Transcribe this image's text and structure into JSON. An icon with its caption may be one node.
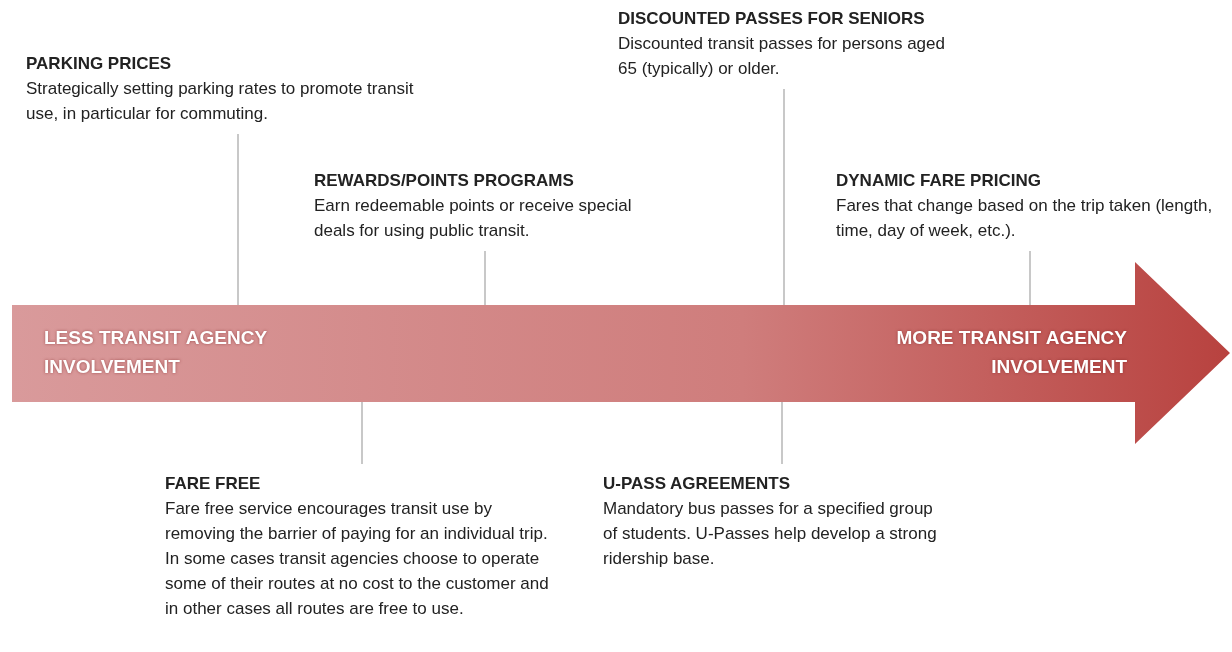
{
  "diagram": {
    "nodes": [
      {
        "text": [
          "LESS TRANSIT AGENCY INVOLVEMENT",
          "MORE TRANSIT AGENCY INVOLVEMENT"
        ]
      },
      {
        "text": [
          "PARKING PRICES",
          "Strategically setting parking rates to promote transit use, in particular for commuting."
        ]
      },
      {
        "text": [
          "REWARDS/POINTS PROGRAMS",
          "Earn redeemable points or receive special deals for using public transit."
        ]
      },
      {
        "text": [
          "DISCOUNTED PASSES FOR SENIORS",
          "Discounted transit passes for persons aged 65 (typically) or older."
        ]
      },
      {
        "text": [
          "DYNAMIC FARE PRICING",
          "Fares that change based on the trip taken (length, time, day of week, etc.)."
        ]
      },
      {
        "text": [
          "FARE FREE",
          "Fare free service encourages transit use by removing the barrier of paying for an individual trip. In some cases transit agencies choose to operate some of their routes at no cost to the customer and in other cases all routes are free to use."
        ]
      },
      {
        "text": [
          "U-PASS AGREEMENTS",
          "Mandatory bus passes for a specified group of students. U-Passes help develop a strong ridership base."
        ]
      }
    ],
    "edges": [
      {
        "from": 1,
        "to": 0,
        "arrow": "none"
      },
      {
        "from": 2,
        "to": 0,
        "arrow": "none"
      },
      {
        "from": 3,
        "to": 0,
        "arrow": "none"
      },
      {
        "from": 4,
        "to": 0,
        "arrow": "none"
      },
      {
        "from": 5,
        "to": 0,
        "arrow": "none"
      },
      {
        "from": 6,
        "to": 0,
        "arrow": "none"
      }
    ]
  }
}
